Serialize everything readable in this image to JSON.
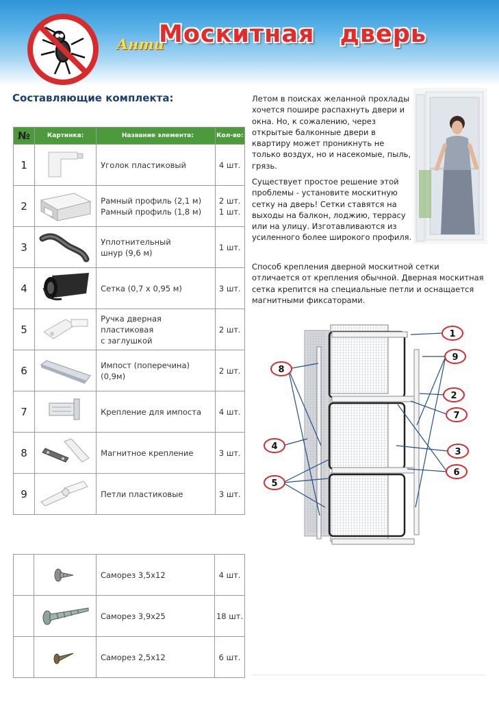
{
  "header": {
    "brand_prefix": "Анти",
    "title": "Москитная  дверь"
  },
  "colors": {
    "accent_red": "#e62a2a",
    "header_green": "#4c9a3c",
    "navy": "#1c3f73"
  },
  "kit": {
    "title": "Составляющие комплекта:",
    "columns": [
      "№",
      "Картинка:",
      "Название элемента:",
      "Кол-во:"
    ],
    "rows": [
      {
        "num": "1",
        "icon": "plastic-corner",
        "name1": "Уголок пластиковый",
        "name2": "",
        "qty1": "4 шт.",
        "qty2": ""
      },
      {
        "num": "2",
        "icon": "frame-profile",
        "name1": "Рамный профиль (2,1 м)",
        "name2": "Рамный профиль (1,8 м)",
        "qty1": "2 шт.",
        "qty2": "1 шт."
      },
      {
        "num": "3",
        "icon": "seal-cord",
        "name1": "Уплотнительный",
        "name2": "шнур (9,6 м)",
        "qty1": "1 шт.",
        "qty2": ""
      },
      {
        "num": "4",
        "icon": "mesh-roll",
        "name1": "Сетка (0,7 х 0,95 м)",
        "name2": "",
        "qty1": "3 шт.",
        "qty2": ""
      },
      {
        "num": "5",
        "icon": "door-handle",
        "name1": "Ручка дверная пластиковая",
        "name2": "с заглушкой",
        "qty1": "2 шт.",
        "qty2": ""
      },
      {
        "num": "6",
        "icon": "crossbar",
        "name1": "Импост (поперечина)",
        "name2": "(0,9м)",
        "qty1": "2 шт.",
        "qty2": ""
      },
      {
        "num": "7",
        "icon": "crossbar-mount",
        "name1": "Крепление для импоста",
        "name2": "",
        "qty1": "4 шт.",
        "qty2": ""
      },
      {
        "num": "8",
        "icon": "magnet-mount",
        "name1": "Магнитное крепление",
        "name2": "",
        "qty1": "3 шт.",
        "qty2": ""
      },
      {
        "num": "9",
        "icon": "plastic-hinge",
        "name1": "Петли пластиковые",
        "name2": "",
        "qty1": "3 шт.",
        "qty2": ""
      }
    ]
  },
  "screws": [
    {
      "icon": "screw-small",
      "name": "Саморез 3,5х12",
      "qty": "4 шт."
    },
    {
      "icon": "screw-long",
      "name": "Саморез 3,9х25",
      "qty": "18 шт."
    },
    {
      "icon": "screw-tiny",
      "name": "Саморез 2,5х12",
      "qty": "6 шт."
    }
  ],
  "description": {
    "p1": "Летом в поисках желанной прохлады хочется пошире распахнуть двери и окна. Но, к сожалению, через открытые балконные двери в квартиру может проникнуть не только воздух, но и насекомые, пыль, грязь.",
    "p2": "Существует простое решение этой проблемы - установите москитную сетку на дверь! Сетки ставятся на выходы на балкон, лоджию, террасу или на улицу. Изготавливаются из усиленного более широкого профиля.",
    "p3": "Способ крепления дверной москитной сетки отличается от крепления обычной. Дверная москитная сетка крепится на специальные петли и оснащается магнитными фиксаторами."
  },
  "diagram": {
    "labels": [
      "1",
      "9",
      "8",
      "2",
      "7",
      "4",
      "3",
      "5",
      "6"
    ]
  }
}
